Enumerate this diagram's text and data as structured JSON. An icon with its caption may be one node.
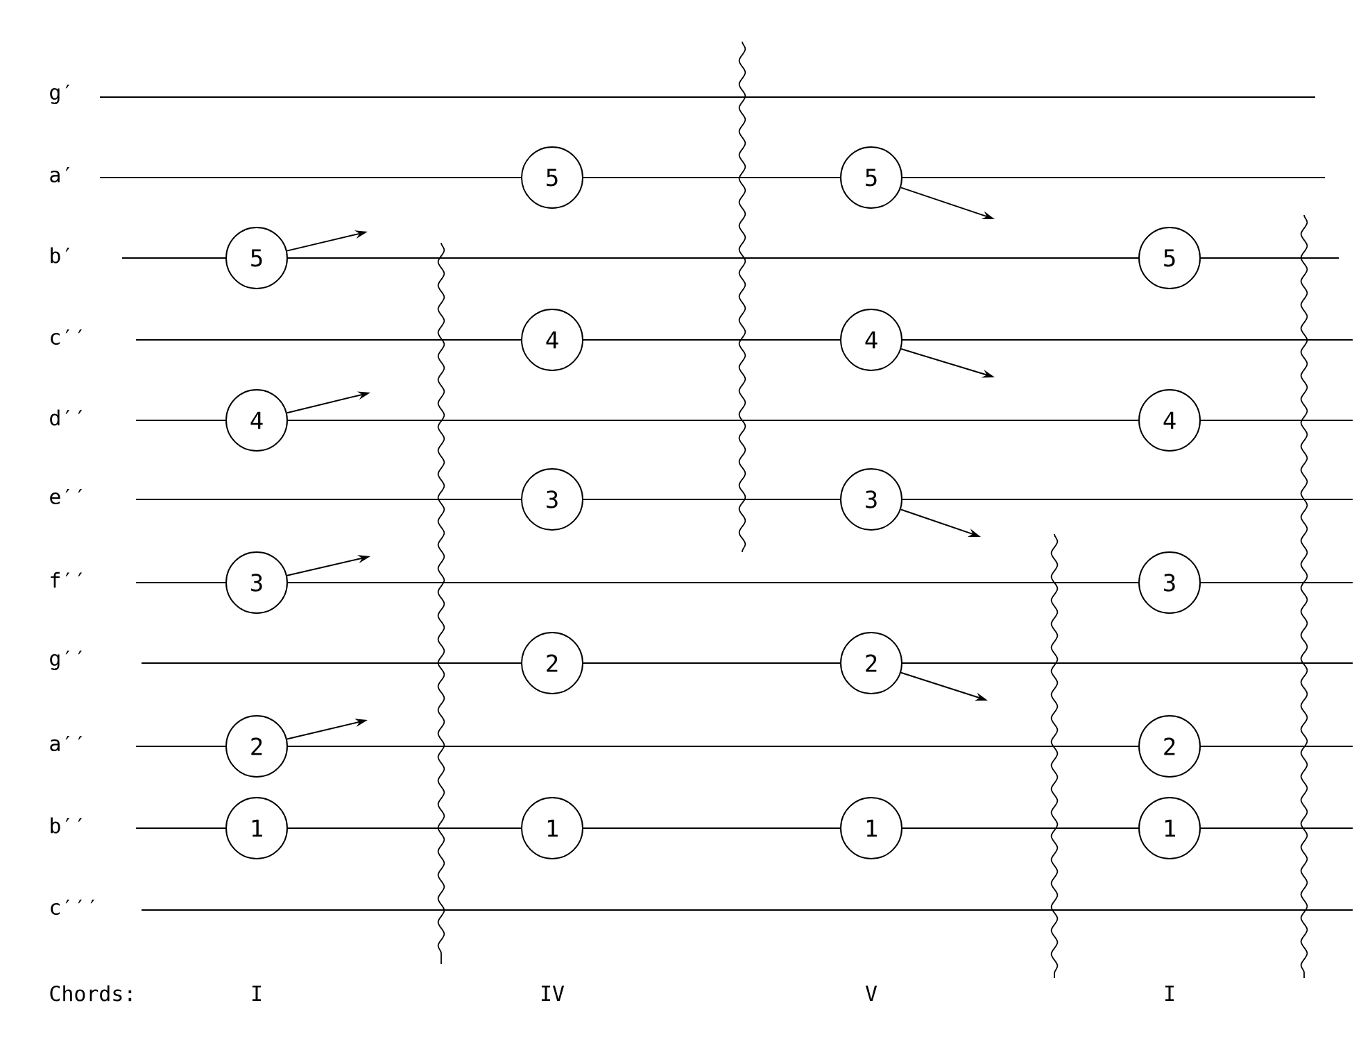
{
  "diagram": {
    "nodes": [
      {
        "text": [
          "5"
        ]
      },
      {
        "text": [
          "4"
        ]
      },
      {
        "text": [
          "3"
        ]
      },
      {
        "text": [
          "2"
        ]
      },
      {
        "text": [
          "1"
        ]
      },
      {
        "text": [
          "5"
        ]
      },
      {
        "text": [
          "4"
        ]
      },
      {
        "text": [
          "3"
        ]
      },
      {
        "text": [
          "2"
        ]
      },
      {
        "text": [
          "1"
        ]
      },
      {
        "text": [
          "5"
        ]
      },
      {
        "text": [
          "4"
        ]
      },
      {
        "text": [
          "3"
        ]
      },
      {
        "text": [
          "2"
        ]
      },
      {
        "text": [
          "1"
        ]
      },
      {
        "text": [
          "5"
        ]
      },
      {
        "text": [
          "4"
        ]
      },
      {
        "text": [
          "3"
        ]
      },
      {
        "text": [
          "2"
        ]
      },
      {
        "text": [
          "1"
        ]
      }
    ],
    "edges": [
      {
        "from": 0,
        "to": null,
        "arrow": "to"
      },
      {
        "from": 1,
        "to": null,
        "arrow": "to"
      },
      {
        "from": 2,
        "to": null,
        "arrow": "to"
      },
      {
        "from": 3,
        "to": null,
        "arrow": "to"
      },
      {
        "from": 10,
        "to": null,
        "arrow": "to"
      },
      {
        "from": 11,
        "to": null,
        "arrow": "to"
      },
      {
        "from": 12,
        "to": null,
        "arrow": "to"
      },
      {
        "from": 13,
        "to": null,
        "arrow": "to"
      }
    ],
    "labels": [
      "g′",
      "a′",
      "b′",
      "c′′",
      "d′′",
      "e′′",
      "f′′",
      "g′′",
      "a′′",
      "b′′",
      "c′′′",
      "Chords:",
      "I",
      "IV",
      "V",
      "I"
    ]
  }
}
